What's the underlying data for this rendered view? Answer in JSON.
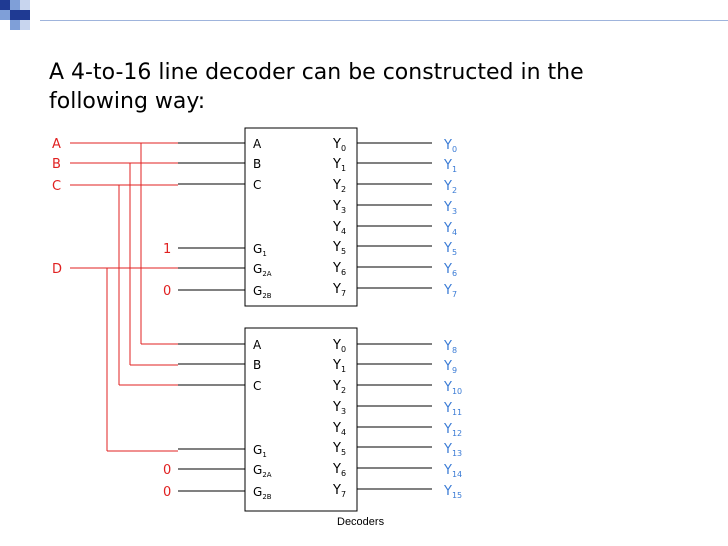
{
  "slide": {
    "title_line1": "A 4-to-16 line decoder can be constructed in the",
    "title_line2": "following way:",
    "footer": "Decoders",
    "bullet_colors": [
      "#1f3a93",
      "#7f9fd8",
      "#c8d5ee"
    ]
  },
  "colors": {
    "input_signal": "#e02020",
    "output_signal": "#3a7bd5",
    "wire": "#000000",
    "red_wire": "#e02020"
  },
  "inputs": {
    "a": "A",
    "b": "B",
    "c": "C",
    "d": "D"
  },
  "constants": {
    "enable_top_g1": "1",
    "enable_top_g2b": "0",
    "enable_bottom_g2a": "0",
    "enable_bottom_g2b": "0"
  },
  "decoder_top": {
    "inputs": [
      "A",
      "B",
      "C"
    ],
    "enables": [
      {
        "base": "G",
        "sub": "1"
      },
      {
        "base": "G",
        "sub": "2A"
      },
      {
        "base": "G",
        "sub": "2B"
      }
    ],
    "outputs": [
      {
        "base": "Y",
        "sub": "0"
      },
      {
        "base": "Y",
        "sub": "1"
      },
      {
        "base": "Y",
        "sub": "2"
      },
      {
        "base": "Y",
        "sub": "3"
      },
      {
        "base": "Y",
        "sub": "4"
      },
      {
        "base": "Y",
        "sub": "5"
      },
      {
        "base": "Y",
        "sub": "6"
      },
      {
        "base": "Y",
        "sub": "7"
      }
    ],
    "output_labels": [
      {
        "base": "Y",
        "sub": "0"
      },
      {
        "base": "Y",
        "sub": "1"
      },
      {
        "base": "Y",
        "sub": "2"
      },
      {
        "base": "Y",
        "sub": "3"
      },
      {
        "base": "Y",
        "sub": "4"
      },
      {
        "base": "Y",
        "sub": "5"
      },
      {
        "base": "Y",
        "sub": "6"
      },
      {
        "base": "Y",
        "sub": "7"
      }
    ]
  },
  "decoder_bottom": {
    "inputs": [
      "A",
      "B",
      "C"
    ],
    "enables": [
      {
        "base": "G",
        "sub": "1"
      },
      {
        "base": "G",
        "sub": "2A"
      },
      {
        "base": "G",
        "sub": "2B"
      }
    ],
    "outputs": [
      {
        "base": "Y",
        "sub": "0"
      },
      {
        "base": "Y",
        "sub": "1"
      },
      {
        "base": "Y",
        "sub": "2"
      },
      {
        "base": "Y",
        "sub": "3"
      },
      {
        "base": "Y",
        "sub": "4"
      },
      {
        "base": "Y",
        "sub": "5"
      },
      {
        "base": "Y",
        "sub": "6"
      },
      {
        "base": "Y",
        "sub": "7"
      }
    ],
    "output_labels": [
      {
        "base": "Y",
        "sub": "8"
      },
      {
        "base": "Y",
        "sub": "9"
      },
      {
        "base": "Y",
        "sub": "10"
      },
      {
        "base": "Y",
        "sub": "11"
      },
      {
        "base": "Y",
        "sub": "12"
      },
      {
        "base": "Y",
        "sub": "13"
      },
      {
        "base": "Y",
        "sub": "14"
      },
      {
        "base": "Y",
        "sub": "15"
      }
    ]
  }
}
